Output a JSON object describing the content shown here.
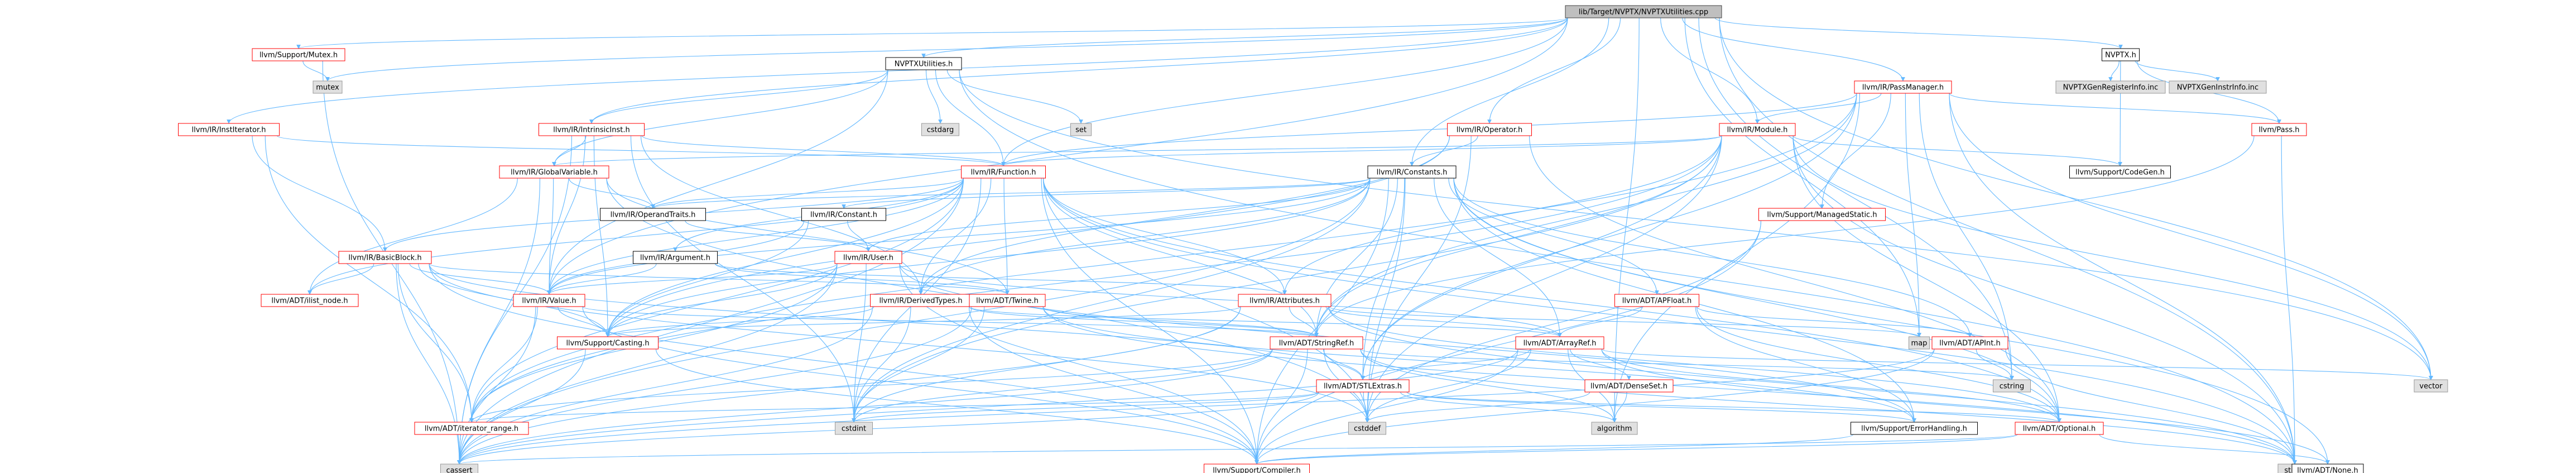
{
  "colors": {
    "edge": "#63b8ff",
    "root_fill": "#bfbfbf",
    "root_stroke": "#404040",
    "linked_fill": "#ffffff",
    "linked_stroke": "#ff0000",
    "plain_fill": "#ffffff",
    "plain_stroke": "#000000",
    "external_fill": "#e0e0e0",
    "external_stroke": "#999999"
  },
  "nodes": [
    {
      "id": "root",
      "label": "lib/Target/NVPTX/NVPTXUtilities.cpp",
      "kind": "root"
    },
    {
      "id": "mutex_h",
      "label": "llvm/Support/Mutex.h",
      "kind": "linked"
    },
    {
      "id": "mutex",
      "label": "mutex",
      "kind": "external"
    },
    {
      "id": "nvptxutil_h",
      "label": "NVPTXUtilities.h",
      "kind": "plain"
    },
    {
      "id": "cstdarg",
      "label": "cstdarg",
      "kind": "external"
    },
    {
      "id": "set",
      "label": "set",
      "kind": "external"
    },
    {
      "id": "institer_h",
      "label": "llvm/IR/InstIterator.h",
      "kind": "linked"
    },
    {
      "id": "intrinsicinst_h",
      "label": "llvm/IR/IntrinsicInst.h",
      "kind": "linked"
    },
    {
      "id": "operator_h",
      "label": "llvm/IR/Operator.h",
      "kind": "linked"
    },
    {
      "id": "passmanager_h",
      "label": "llvm/IR/PassManager.h",
      "kind": "linked"
    },
    {
      "id": "module_h",
      "label": "llvm/IR/Module.h",
      "kind": "linked"
    },
    {
      "id": "nvptx_h",
      "label": "NVPTX.h",
      "kind": "plain"
    },
    {
      "id": "genreg",
      "label": "NVPTXGenRegisterInfo.inc",
      "kind": "external"
    },
    {
      "id": "geninstr",
      "label": "NVPTXGenInstrInfo.inc",
      "kind": "external"
    },
    {
      "id": "pass_h",
      "label": "llvm/Pass.h",
      "kind": "linked"
    },
    {
      "id": "globalvar_h",
      "label": "llvm/IR/GlobalVariable.h",
      "kind": "linked"
    },
    {
      "id": "function_h",
      "label": "llvm/IR/Function.h",
      "kind": "linked"
    },
    {
      "id": "constants_h",
      "label": "llvm/IR/Constants.h",
      "kind": "plain"
    },
    {
      "id": "codegen_h",
      "label": "llvm/Support/CodeGen.h",
      "kind": "plain"
    },
    {
      "id": "managedstatic_h",
      "label": "llvm/Support/ManagedStatic.h",
      "kind": "linked"
    },
    {
      "id": "operandtraits_h",
      "label": "llvm/IR/OperandTraits.h",
      "kind": "plain"
    },
    {
      "id": "constant_h",
      "label": "llvm/IR/Constant.h",
      "kind": "plain"
    },
    {
      "id": "basicblock_h",
      "label": "llvm/IR/BasicBlock.h",
      "kind": "linked"
    },
    {
      "id": "argument_h",
      "label": "llvm/IR/Argument.h",
      "kind": "plain"
    },
    {
      "id": "user_h",
      "label": "llvm/IR/User.h",
      "kind": "linked"
    },
    {
      "id": "apfloat_h",
      "label": "llvm/ADT/APFloat.h",
      "kind": "linked"
    },
    {
      "id": "ilist_node_h",
      "label": "llvm/ADT/ilist_node.h",
      "kind": "linked"
    },
    {
      "id": "value_h",
      "label": "llvm/IR/Value.h",
      "kind": "linked"
    },
    {
      "id": "derivedtypes_h",
      "label": "llvm/IR/DerivedTypes.h",
      "kind": "linked"
    },
    {
      "id": "twine_h",
      "label": "llvm/ADT/Twine.h",
      "kind": "linked"
    },
    {
      "id": "attributes_h",
      "label": "llvm/IR/Attributes.h",
      "kind": "linked"
    },
    {
      "id": "map",
      "label": "map",
      "kind": "external"
    },
    {
      "id": "apint_h",
      "label": "llvm/ADT/APInt.h",
      "kind": "linked"
    },
    {
      "id": "casting_h",
      "label": "llvm/Support/Casting.h",
      "kind": "linked"
    },
    {
      "id": "stringref_h",
      "label": "llvm/ADT/StringRef.h",
      "kind": "linked"
    },
    {
      "id": "arrayref_h",
      "label": "llvm/ADT/ArrayRef.h",
      "kind": "linked"
    },
    {
      "id": "densemap_h",
      "label": "llvm/ADT/DenseSet.h",
      "kind": "linked"
    },
    {
      "id": "cstring",
      "label": "cstring",
      "kind": "external"
    },
    {
      "id": "vector",
      "label": "vector",
      "kind": "external"
    },
    {
      "id": "stlextras_h",
      "label": "llvm/ADT/STLExtras.h",
      "kind": "linked"
    },
    {
      "id": "iterator_range_h",
      "label": "llvm/ADT/iterator_range.h",
      "kind": "linked"
    },
    {
      "id": "cstdint",
      "label": "cstdint",
      "kind": "external"
    },
    {
      "id": "cstddef",
      "label": "cstddef",
      "kind": "external"
    },
    {
      "id": "algorithm",
      "label": "algorithm",
      "kind": "external"
    },
    {
      "id": "errorhandling_h",
      "label": "llvm/Support/ErrorHandling.h",
      "kind": "plain"
    },
    {
      "id": "optional_h",
      "label": "llvm/ADT/Optional.h",
      "kind": "linked"
    },
    {
      "id": "cassert",
      "label": "cassert",
      "kind": "external"
    },
    {
      "id": "compiler_h",
      "label": "llvm/Support/Compiler.h",
      "kind": "linked"
    },
    {
      "id": "string",
      "label": "string",
      "kind": "external"
    },
    {
      "id": "none_h",
      "label": "llvm/ADT/None.h",
      "kind": "plain"
    }
  ],
  "edges": [
    [
      "root",
      "mutex_h"
    ],
    [
      "root",
      "mutex"
    ],
    [
      "root",
      "nvptxutil_h"
    ],
    [
      "root",
      "institer_h"
    ],
    [
      "root",
      "intrinsicinst_h"
    ],
    [
      "root",
      "operator_h"
    ],
    [
      "root",
      "passmanager_h"
    ],
    [
      "root",
      "module_h"
    ],
    [
      "root",
      "nvptx_h"
    ],
    [
      "root",
      "function_h"
    ],
    [
      "root",
      "constants_h"
    ],
    [
      "root",
      "value_h"
    ],
    [
      "root",
      "string"
    ],
    [
      "root",
      "vector"
    ],
    [
      "root",
      "cstring"
    ],
    [
      "root",
      "map"
    ],
    [
      "root",
      "algorithm"
    ],
    [
      "mutex_h",
      "mutex"
    ],
    [
      "mutex_h",
      "cassert"
    ],
    [
      "nvptxutil_h",
      "cstdarg"
    ],
    [
      "nvptxutil_h",
      "set"
    ],
    [
      "nvptxutil_h",
      "function_h"
    ],
    [
      "nvptxutil_h",
      "globalvar_h"
    ],
    [
      "nvptxutil_h",
      "intrinsicinst_h"
    ],
    [
      "nvptxutil_h",
      "value_h"
    ],
    [
      "nvptxutil_h",
      "string"
    ],
    [
      "nvptxutil_h",
      "vector"
    ],
    [
      "institer_h",
      "basicblock_h"
    ],
    [
      "institer_h",
      "function_h"
    ],
    [
      "institer_h",
      "iterator_range_h"
    ],
    [
      "intrinsicinst_h",
      "function_h"
    ],
    [
      "intrinsicinst_h",
      "globalvar_h"
    ],
    [
      "intrinsicinst_h",
      "derivedtypes_h"
    ],
    [
      "intrinsicinst_h",
      "value_h"
    ],
    [
      "intrinsicinst_h",
      "casting_h"
    ],
    [
      "intrinsicinst_h",
      "cassert"
    ],
    [
      "intrinsicinst_h",
      "cstdint"
    ],
    [
      "operator_h",
      "constants_h"
    ],
    [
      "operator_h",
      "derivedtypes_h"
    ],
    [
      "operator_h",
      "casting_h"
    ],
    [
      "operator_h",
      "cstddef"
    ],
    [
      "operator_h",
      "optional_h"
    ],
    [
      "passmanager_h",
      "function_h"
    ],
    [
      "passmanager_h",
      "module_h"
    ],
    [
      "passmanager_h",
      "stringref_h"
    ],
    [
      "passmanager_h",
      "stlextras_h"
    ],
    [
      "passmanager_h",
      "managedstatic_h"
    ],
    [
      "passmanager_h",
      "pass_h"
    ],
    [
      "passmanager_h",
      "cstring"
    ],
    [
      "passmanager_h",
      "vector"
    ],
    [
      "passmanager_h",
      "string"
    ],
    [
      "passmanager_h",
      "map"
    ],
    [
      "passmanager_h",
      "algorithm"
    ],
    [
      "passmanager_h",
      "iterator_range_h"
    ],
    [
      "module_h",
      "function_h"
    ],
    [
      "module_h",
      "globalvar_h"
    ],
    [
      "module_h",
      "attributes_h"
    ],
    [
      "module_h",
      "codegen_h"
    ],
    [
      "module_h",
      "stringref_h"
    ],
    [
      "module_h",
      "stlextras_h"
    ],
    [
      "module_h",
      "optional_h"
    ],
    [
      "module_h",
      "cstddef"
    ],
    [
      "module_h",
      "cstdint"
    ],
    [
      "module_h",
      "string"
    ],
    [
      "module_h",
      "vector"
    ],
    [
      "module_h",
      "iterator_range_h"
    ],
    [
      "nvptx_h",
      "genreg"
    ],
    [
      "nvptx_h",
      "geninstr"
    ],
    [
      "nvptx_h",
      "pass_h"
    ],
    [
      "nvptx_h",
      "codegen_h"
    ],
    [
      "pass_h",
      "stringref_h"
    ],
    [
      "pass_h",
      "string"
    ],
    [
      "globalvar_h",
      "twine_h"
    ],
    [
      "globalvar_h",
      "ilist_node_h"
    ],
    [
      "globalvar_h",
      "operandtraits_h"
    ],
    [
      "globalvar_h",
      "value_h"
    ],
    [
      "globalvar_h",
      "cassert"
    ],
    [
      "globalvar_h",
      "cstddef"
    ],
    [
      "function_h",
      "argument_h"
    ],
    [
      "function_h",
      "attributes_h"
    ],
    [
      "function_h",
      "basicblock_h"
    ],
    [
      "function_h",
      "derivedtypes_h"
    ],
    [
      "function_h",
      "operandtraits_h"
    ],
    [
      "function_h",
      "value_h"
    ],
    [
      "function_h",
      "twine_h"
    ],
    [
      "function_h",
      "ilist_node_h"
    ],
    [
      "function_h",
      "stringref_h"
    ],
    [
      "function_h",
      "casting_h"
    ],
    [
      "function_h",
      "compiler_h"
    ],
    [
      "function_h",
      "cassert"
    ],
    [
      "function_h",
      "cstddef"
    ],
    [
      "function_h",
      "cstdint"
    ],
    [
      "function_h",
      "string"
    ],
    [
      "function_h",
      "iterator_range_h"
    ],
    [
      "function_h",
      "optional_h"
    ],
    [
      "constants_h",
      "apfloat_h"
    ],
    [
      "constants_h",
      "apint_h"
    ],
    [
      "constants_h",
      "arrayref_h"
    ],
    [
      "constants_h",
      "stlextras_h"
    ],
    [
      "constants_h",
      "none_h"
    ],
    [
      "constants_h",
      "stringref_h"
    ],
    [
      "constants_h",
      "constant_h"
    ],
    [
      "constants_h",
      "derivedtypes_h"
    ],
    [
      "constants_h",
      "operandtraits_h"
    ],
    [
      "constants_h",
      "user_h"
    ],
    [
      "constants_h",
      "value_h"
    ],
    [
      "constants_h",
      "casting_h"
    ],
    [
      "constants_h",
      "compiler_h"
    ],
    [
      "constants_h",
      "errorhandling_h"
    ],
    [
      "constants_h",
      "cassert"
    ],
    [
      "constants_h",
      "cstddef"
    ],
    [
      "constants_h",
      "cstdint"
    ],
    [
      "constants_h",
      "optional_h"
    ],
    [
      "managedstatic_h",
      "cstddef"
    ],
    [
      "managedstatic_h",
      "compiler_h"
    ],
    [
      "operandtraits_h",
      "user_h"
    ],
    [
      "constant_h",
      "user_h"
    ],
    [
      "constant_h",
      "value_h"
    ],
    [
      "constant_h",
      "casting_h"
    ],
    [
      "basicblock_h",
      "twine_h"
    ],
    [
      "basicblock_h",
      "ilist_node_h"
    ],
    [
      "basicblock_h",
      "value_h"
    ],
    [
      "basicblock_h",
      "casting_h"
    ],
    [
      "basicblock_h",
      "compiler_h"
    ],
    [
      "basicblock_h",
      "cassert"
    ],
    [
      "basicblock_h",
      "cstddef"
    ],
    [
      "basicblock_h",
      "iterator_range_h"
    ],
    [
      "basicblock_h",
      "stlextras_h"
    ],
    [
      "argument_h",
      "twine_h"
    ],
    [
      "argument_h",
      "attributes_h"
    ],
    [
      "argument_h",
      "value_h"
    ],
    [
      "user_h",
      "value_h"
    ],
    [
      "user_h",
      "arrayref_h"
    ],
    [
      "user_h",
      "casting_h"
    ],
    [
      "user_h",
      "compiler_h"
    ],
    [
      "user_h",
      "errorhandling_h"
    ],
    [
      "user_h",
      "cassert"
    ],
    [
      "user_h",
      "cstdint"
    ],
    [
      "user_h",
      "iterator_range_h"
    ],
    [
      "apfloat_h",
      "apint_h"
    ],
    [
      "apfloat_h",
      "arrayref_h"
    ],
    [
      "apfloat_h",
      "errorhandling_h"
    ],
    [
      "apfloat_h",
      "optional_h"
    ],
    [
      "value_h",
      "casting_h"
    ],
    [
      "value_h",
      "compiler_h"
    ],
    [
      "value_h",
      "cassert"
    ],
    [
      "value_h",
      "iterator_range_h"
    ],
    [
      "value_h",
      "stringref_h"
    ],
    [
      "derivedtypes_h",
      "arrayref_h"
    ],
    [
      "derivedtypes_h",
      "stringref_h"
    ],
    [
      "derivedtypes_h",
      "casting_h"
    ],
    [
      "derivedtypes_h",
      "compiler_h"
    ],
    [
      "derivedtypes_h",
      "cassert"
    ],
    [
      "derivedtypes_h",
      "cstdint"
    ],
    [
      "twine_h",
      "stringref_h"
    ],
    [
      "twine_h",
      "errorhandling_h"
    ],
    [
      "twine_h",
      "cassert"
    ],
    [
      "twine_h",
      "cstdint"
    ],
    [
      "twine_h",
      "string"
    ],
    [
      "attributes_h",
      "arrayref_h"
    ],
    [
      "attributes_h",
      "stringref_h"
    ],
    [
      "attributes_h",
      "casting_h"
    ],
    [
      "attributes_h",
      "optional_h"
    ],
    [
      "attributes_h",
      "cassert"
    ],
    [
      "attributes_h",
      "cstdint"
    ],
    [
      "attributes_h",
      "map"
    ],
    [
      "attributes_h",
      "string"
    ],
    [
      "apint_h",
      "compiler_h"
    ],
    [
      "apint_h",
      "cassert"
    ],
    [
      "apint_h",
      "cstring"
    ],
    [
      "apint_h",
      "string"
    ],
    [
      "casting_h",
      "compiler_h"
    ],
    [
      "casting_h",
      "cassert"
    ],
    [
      "stringref_h",
      "stlextras_h"
    ],
    [
      "stringref_h",
      "iterator_range_h"
    ],
    [
      "stringref_h",
      "compiler_h"
    ],
    [
      "stringref_h",
      "algorithm"
    ],
    [
      "stringref_h",
      "cassert"
    ],
    [
      "stringref_h",
      "cstddef"
    ],
    [
      "stringref_h",
      "cstring"
    ],
    [
      "stringref_h",
      "string"
    ],
    [
      "stringref_h",
      "cstdint"
    ],
    [
      "arrayref_h",
      "none_h"
    ],
    [
      "arrayref_h",
      "stlextras_h"
    ],
    [
      "arrayref_h",
      "compiler_h"
    ],
    [
      "arrayref_h",
      "algorithm"
    ],
    [
      "arrayref_h",
      "cassert"
    ],
    [
      "arrayref_h",
      "cstddef"
    ],
    [
      "arrayref_h",
      "vector"
    ],
    [
      "arrayref_h",
      "densemap_h"
    ],
    [
      "arrayref_h",
      "optional_h"
    ],
    [
      "densemap_h",
      "algorithm"
    ],
    [
      "densemap_h",
      "cstddef"
    ],
    [
      "stlextras_h",
      "iterator_range_h"
    ],
    [
      "stlextras_h",
      "algorithm"
    ],
    [
      "stlextras_h",
      "cassert"
    ],
    [
      "stlextras_h",
      "cstddef"
    ],
    [
      "stlextras_h",
      "cstdint"
    ],
    [
      "stlextras_h",
      "optional_h"
    ],
    [
      "stlextras_h",
      "errorhandling_h"
    ],
    [
      "errorhandling_h",
      "compiler_h"
    ],
    [
      "optional_h",
      "none_h"
    ],
    [
      "optional_h",
      "compiler_h"
    ],
    [
      "optional_h",
      "cassert"
    ]
  ]
}
